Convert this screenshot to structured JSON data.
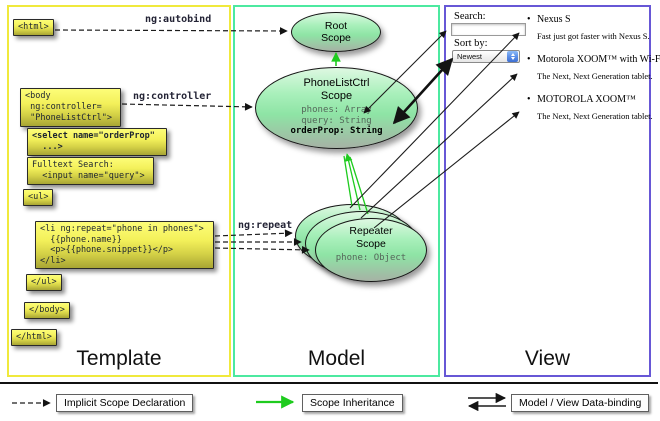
{
  "panels": {
    "template": {
      "label": "Template"
    },
    "model": {
      "label": "Model"
    },
    "view": {
      "label": "View"
    }
  },
  "template_code": {
    "html_open": "<html>",
    "body_open": "<body\n ng:controller=\n \"PhoneListCtrl\">",
    "select": "<select name=\"orderProp\"\n  ...>",
    "fulltext": "Fulltext Search:\n  <input name=\"query\">",
    "ul_open": "<ul>",
    "li_repeat": "<li ng:repeat=\"phone in phones\">\n  {{phone.name}}\n  <p>{{phone.snippet}}</p>\n</li>",
    "ul_close": "</ul>",
    "body_close": "</body>",
    "html_close": "</html>"
  },
  "model_scopes": {
    "root": {
      "title": "Root\nScope"
    },
    "phone_list_ctrl": {
      "title": "PhoneListCtrl\nScope",
      "prop1": "phones: Array",
      "prop2": "query: String",
      "prop_bold": "orderProp: String"
    },
    "repeater": {
      "title": "Repeater\nScope",
      "prop": "phone: Object"
    }
  },
  "annotations": {
    "autobind": "ng:autobind",
    "controller": "ng:controller",
    "repeat": "ng:repeat"
  },
  "view_widgets": {
    "search_label": "Search:",
    "search_value": "",
    "sort_label": "Sort by:",
    "sort_selected": "Newest"
  },
  "phones": [
    {
      "name": "Nexus S",
      "desc": "Fast just got faster with Nexus S."
    },
    {
      "name": "Motorola XOOM™ with Wi-Fi",
      "desc": "The Next, Next Generation tablet."
    },
    {
      "name": "MOTOROLA XOOM™",
      "desc": "The Next, Next Generation tablet."
    }
  ],
  "legend": [
    {
      "type": "dashed-arrow",
      "label": "Implicit Scope Declaration"
    },
    {
      "type": "green-arrow",
      "label": "Scope Inheritance"
    },
    {
      "type": "double-arrow",
      "label": "Model / View Data-binding"
    }
  ],
  "colors": {
    "template_border": "#f0e93c",
    "model_border": "#4ce9a0",
    "view_border": "#6757d6",
    "code_box_fill": "#f3f05a",
    "scope_fill_top": "#def8e2",
    "scope_fill_bottom": "#a6b2a5",
    "inheritance_green": "#1ecb1e",
    "arrow_black": "#1c1c1c"
  }
}
